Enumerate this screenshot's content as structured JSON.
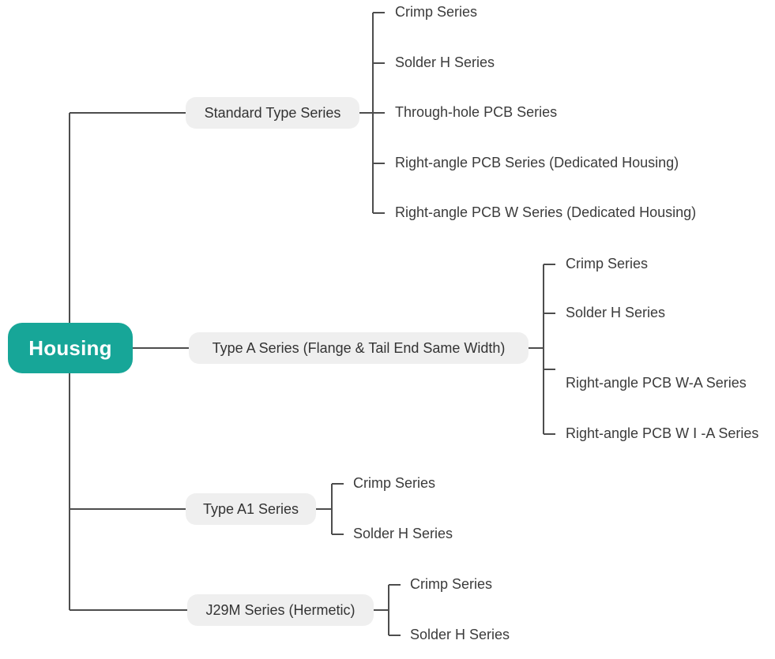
{
  "diagram_title": "Housing",
  "colors": {
    "accent": "#17a698",
    "root_text": "#ffffff",
    "node_bg": "#efefef",
    "node_text": "#333333",
    "leaf_text": "#3b3b3b",
    "line": "#4d4d4d"
  },
  "root": {
    "label": "Housing"
  },
  "branches": [
    {
      "label": "Standard Type Series",
      "children": [
        "Crimp Series",
        "Solder H Series",
        "Through-hole PCB Series",
        "Right-angle PCB Series (Dedicated Housing)",
        "Right-angle PCB W Series (Dedicated Housing)"
      ]
    },
    {
      "label": "Type A Series (Flange & Tail End Same Width)",
      "children": [
        "Crimp Series",
        "Solder H Series",
        "Right-angle PCB W-A Series",
        "Right-angle PCB W Ⅰ -A Series"
      ]
    },
    {
      "label": "Type A1 Series",
      "children": [
        "Crimp Series",
        "Solder H Series"
      ]
    },
    {
      "label": "J29M Series (Hermetic)",
      "children": [
        "Crimp Series",
        "Solder H Series"
      ]
    }
  ]
}
